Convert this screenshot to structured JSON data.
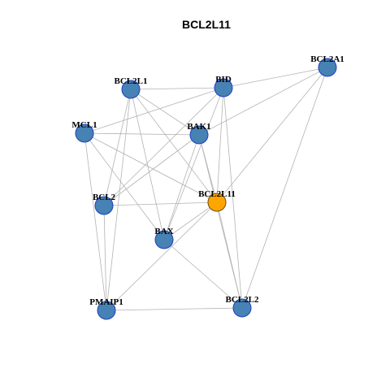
{
  "title": "BCL2L11",
  "colors": {
    "node_fill": "#4682B4",
    "node_stroke": "#1f3fbf",
    "focus_fill": "#FFA500",
    "focus_stroke": "#6b4a00",
    "edge": "#b3b3b3"
  },
  "nodes": [
    {
      "id": "BCL2A1",
      "label": "BCL2A1",
      "focus": false
    },
    {
      "id": "BCL2L1",
      "label": "BCL2L1",
      "focus": false
    },
    {
      "id": "BID",
      "label": "BID",
      "focus": false
    },
    {
      "id": "MCL1",
      "label": "MCL1",
      "focus": false
    },
    {
      "id": "BAK1",
      "label": "BAK1",
      "focus": false
    },
    {
      "id": "BCL2L11",
      "label": "BCL2L11",
      "focus": true
    },
    {
      "id": "BCL2",
      "label": "BCL2",
      "focus": false
    },
    {
      "id": "BAX",
      "label": "BAX",
      "focus": false
    },
    {
      "id": "PMAIP1",
      "label": "PMAIP1",
      "focus": false
    },
    {
      "id": "BCL2L2",
      "label": "BCL2L2",
      "focus": false
    }
  ],
  "edges": [
    [
      "BCL2A1",
      "BID"
    ],
    [
      "BCL2A1",
      "BAK1"
    ],
    [
      "BCL2A1",
      "BCL2L11"
    ],
    [
      "BCL2A1",
      "BCL2L2"
    ],
    [
      "BCL2L1",
      "BID"
    ],
    [
      "BCL2L1",
      "BAK1"
    ],
    [
      "BCL2L1",
      "BCL2L11"
    ],
    [
      "BCL2L1",
      "BCL2"
    ],
    [
      "BCL2L1",
      "BAX"
    ],
    [
      "BCL2L1",
      "PMAIP1"
    ],
    [
      "BID",
      "MCL1"
    ],
    [
      "BID",
      "BCL2L11"
    ],
    [
      "BID",
      "BCL2"
    ],
    [
      "BID",
      "BAX"
    ],
    [
      "BID",
      "BCL2L2"
    ],
    [
      "MCL1",
      "BAK1"
    ],
    [
      "MCL1",
      "BCL2L11"
    ],
    [
      "MCL1",
      "BAX"
    ],
    [
      "MCL1",
      "PMAIP1"
    ],
    [
      "BAK1",
      "BCL2L11"
    ],
    [
      "BAK1",
      "BCL2"
    ],
    [
      "BAK1",
      "BAX"
    ],
    [
      "BAK1",
      "BCL2L2"
    ],
    [
      "BCL2L11",
      "BCL2"
    ],
    [
      "BCL2L11",
      "BAX"
    ],
    [
      "BCL2L11",
      "PMAIP1"
    ],
    [
      "BCL2L11",
      "BCL2L2"
    ],
    [
      "BCL2",
      "PMAIP1"
    ],
    [
      "BAX",
      "BCL2L2"
    ],
    [
      "PMAIP1",
      "BCL2L2"
    ]
  ]
}
